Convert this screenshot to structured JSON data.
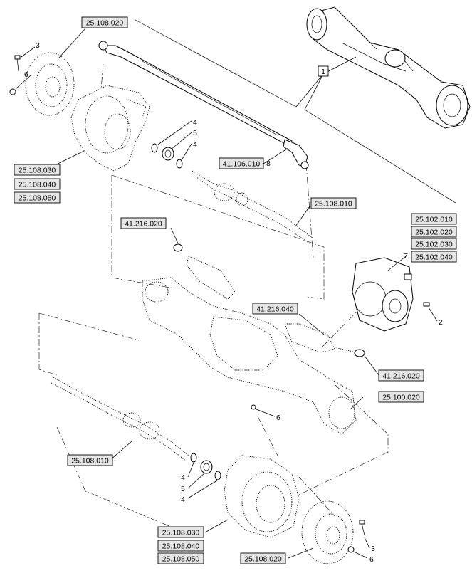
{
  "labels": {
    "ref_25108020_top": "25.108.020",
    "ref_25108030_top": "25.108.030",
    "ref_25108040_top": "25.108.040",
    "ref_25108050_top": "25.108.050",
    "ref_41106010": "41.106.010",
    "ref_25108010_top": "25.108.010",
    "ref_41216020_left": "41.216.020",
    "ref_25102010": "25.102.010",
    "ref_25102020": "25.102.020",
    "ref_25102030": "25.102.030",
    "ref_25102040": "25.102.040",
    "ref_41216040": "41.216.040",
    "ref_41216020_right": "41.216.020",
    "ref_25100020": "25.100.020",
    "ref_25108010_bottom": "25.108.010",
    "ref_25108030_bottom": "25.108.030",
    "ref_25108040_bottom": "25.108.040",
    "ref_25108050_bottom": "25.108.050",
    "ref_25108020_bottom": "25.108.020"
  },
  "callouts": {
    "item_1": "1",
    "item_2": "2",
    "item_3_top": "3",
    "item_6_top": "6",
    "item_4_a": "4",
    "item_5_top": "5",
    "item_4_b": "4",
    "item_8": "8",
    "item_7": "7",
    "item_6_mid": "6",
    "item_4_c": "4",
    "item_5_bottom": "5",
    "item_4_d": "4",
    "item_3_bottom": "3",
    "item_6_bottom": "6"
  }
}
